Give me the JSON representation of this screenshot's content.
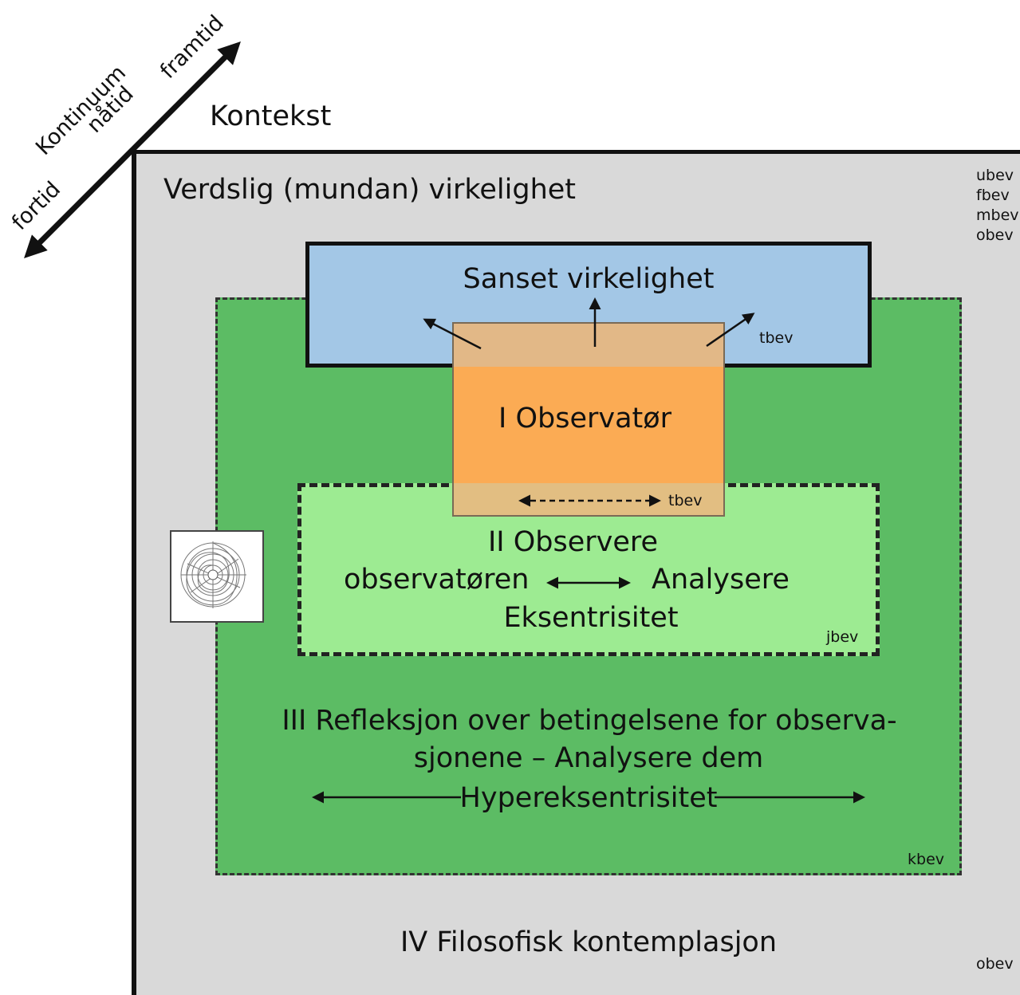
{
  "continuum": {
    "title": "Kontinuum",
    "future": "framtid",
    "present": "nåtid",
    "past": "fortid"
  },
  "context_label": "Kontekst",
  "outer": {
    "title": "Verdslig (mundan) virkelighet",
    "level4": "IV Filosofisk kontemplasjon",
    "side_labels": [
      "ubev",
      "fbev",
      "mbev",
      "obev"
    ],
    "bottom_label": "obev"
  },
  "sensed": {
    "title": "Sanset virkelighet",
    "tag": "tbev"
  },
  "observer": {
    "title": "I  Observatør",
    "tag": "tbev"
  },
  "level2": {
    "title": "II Observere",
    "left": "observatøren",
    "right": "Analysere",
    "bottom": "Eksentrisitet",
    "tag": "jbev"
  },
  "level3": {
    "line1": "III  Refleksjon over betingelsene for observa-",
    "line2": "sjonene – Analysere dem",
    "line3": "Hypereksentrisitet",
    "tag": "kbev"
  },
  "colors": {
    "outer_bg": "#d9d9d9",
    "green": "#5cbc64",
    "light_green": "#9deb92",
    "blue": "#a3c7e6",
    "orange": "#fbab54"
  },
  "icons": [
    "spiral-thumbnail-icon"
  ]
}
